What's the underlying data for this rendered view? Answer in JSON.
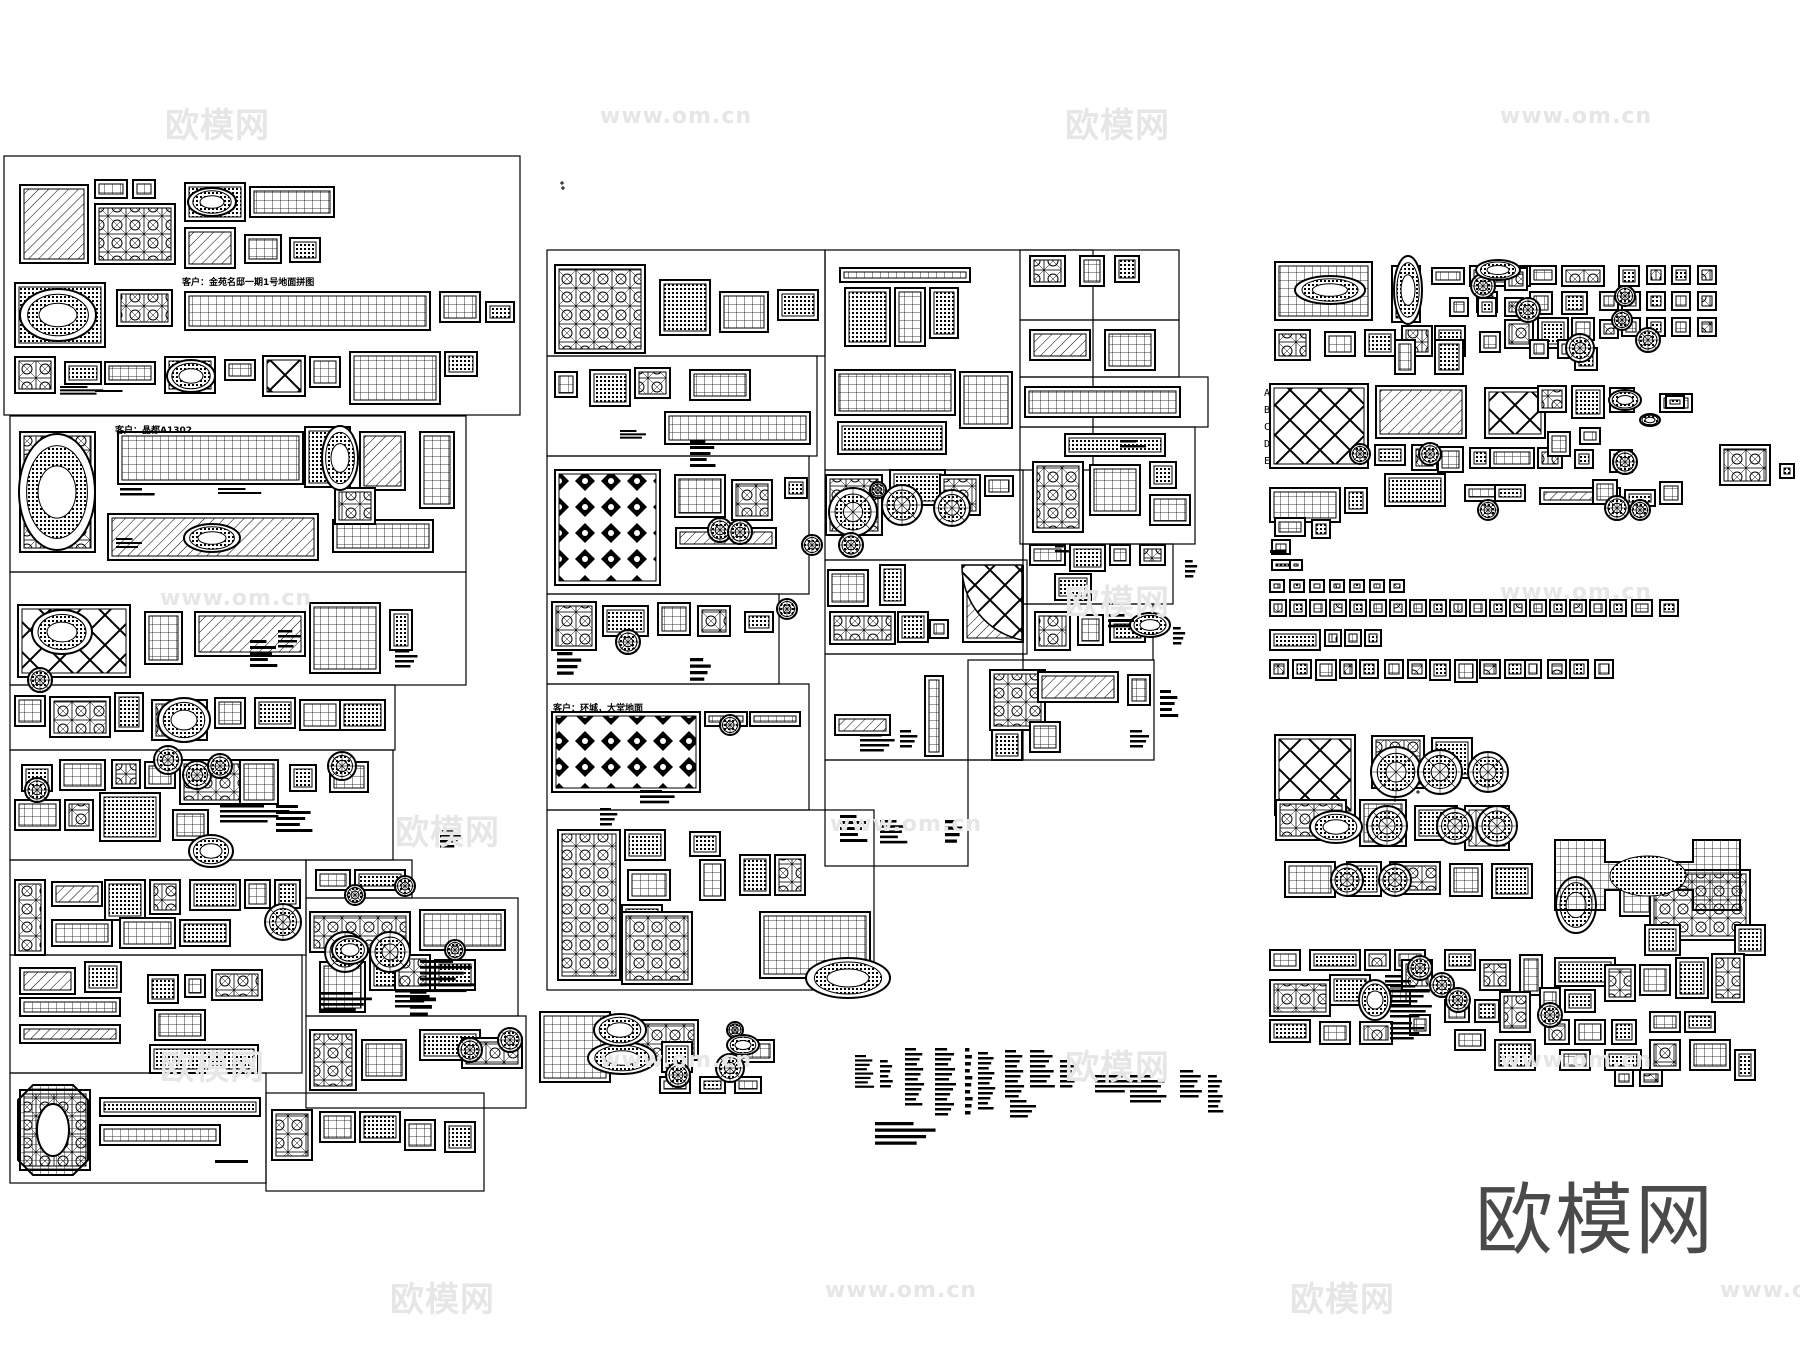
{
  "watermarks": [
    {
      "text": "欧模网",
      "kind": "cn"
    },
    {
      "text": "www.om.cn",
      "kind": "url"
    }
  ],
  "brand_logo": "欧模网",
  "sheet_titles": {
    "client_1": "客户：金苑名邸一期1号地面拼图",
    "client_2": "客户：晶都A1302",
    "client_3": "客户：环城，大堂地面"
  },
  "row_letters": [
    "A",
    "B",
    "C",
    "D",
    "E"
  ],
  "colors": {
    "line": "#000000",
    "watermark": "#e6e6e6",
    "brand": "#4a4a4a",
    "background": "#ffffff"
  }
}
